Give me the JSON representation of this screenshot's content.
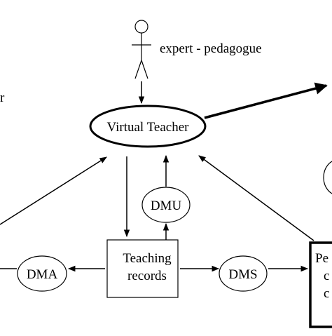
{
  "diagram": {
    "actor": {
      "label": "expert - pedagogue"
    },
    "nodes": {
      "virtual_teacher": "Virtual Teacher",
      "dmu": "DMU",
      "dma": "DMA",
      "dms": "DMS",
      "teaching_records": {
        "line1": "Teaching",
        "line2": "records"
      },
      "right_box_partial": {
        "line1": "Pe",
        "line2": "c",
        "line3": "c"
      },
      "left_partial_text": "r"
    }
  }
}
